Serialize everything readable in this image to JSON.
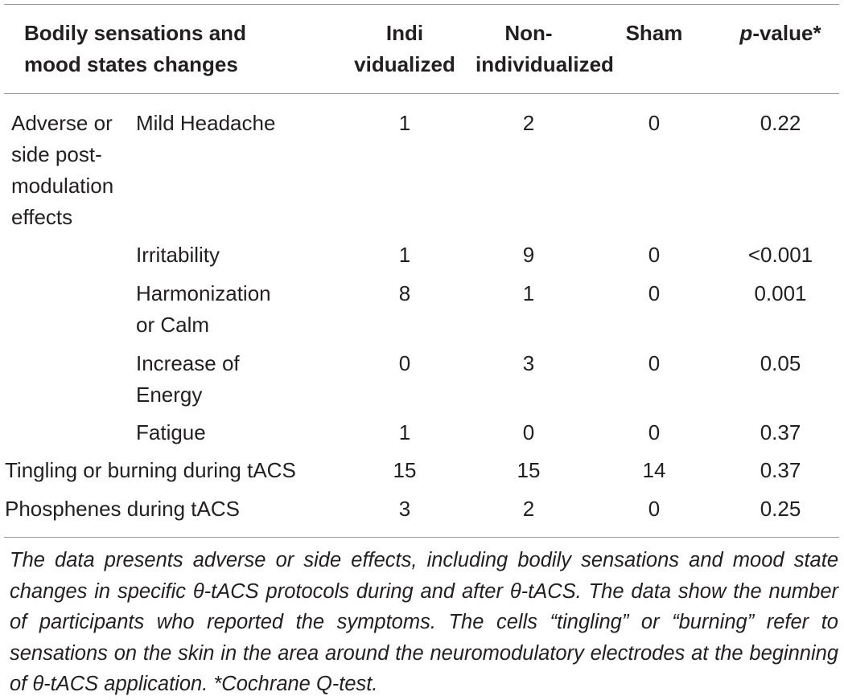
{
  "table": {
    "header": {
      "col1_line1": "Bodily sensations and",
      "col1_line2": "mood states changes",
      "col2_line1": "Indi",
      "col2_line2": "vidualized",
      "col3_line1": "Non-",
      "col3_line2": "individualized",
      "col4": "Sham",
      "col5_italic": "p",
      "col5_rest": "-value*"
    },
    "group_label": [
      "Adverse or",
      "side post-",
      "modulation",
      "effects"
    ],
    "rows": [
      {
        "label": [
          "Mild Headache"
        ],
        "ind": "1",
        "non": "2",
        "sham": "0",
        "p": "0.22"
      },
      {
        "label": [
          "Irritability"
        ],
        "ind": "1",
        "non": "9",
        "sham": "0",
        "p": "<0.001"
      },
      {
        "label": [
          "Harmonization",
          "or Calm"
        ],
        "ind": "8",
        "non": "1",
        "sham": "0",
        "p": "0.001"
      },
      {
        "label": [
          "Increase of",
          "Energy"
        ],
        "ind": "0",
        "non": "3",
        "sham": "0",
        "p": "0.05"
      },
      {
        "label": [
          "Fatigue"
        ],
        "ind": "1",
        "non": "0",
        "sham": "0",
        "p": "0.37"
      },
      {
        "label": [
          "Tingling or burning during tACS"
        ],
        "ind": "15",
        "non": "15",
        "sham": "14",
        "p": "0.37"
      },
      {
        "label": [
          "Phosphenes during tACS"
        ],
        "ind": "3",
        "non": "2",
        "sham": "0",
        "p": "0.25"
      }
    ]
  },
  "footnote": "The data presents adverse or side effects, including bodily sensations and mood state changes in specific θ-tACS protocols during and after θ-tACS. The data show the number of participants who reported the symptoms. The cells “tingling” or “burning” refer to sensations on the skin in the area around the neuromodulatory electrodes at the beginning of θ-tACS application. *Cochrane Q-test."
}
